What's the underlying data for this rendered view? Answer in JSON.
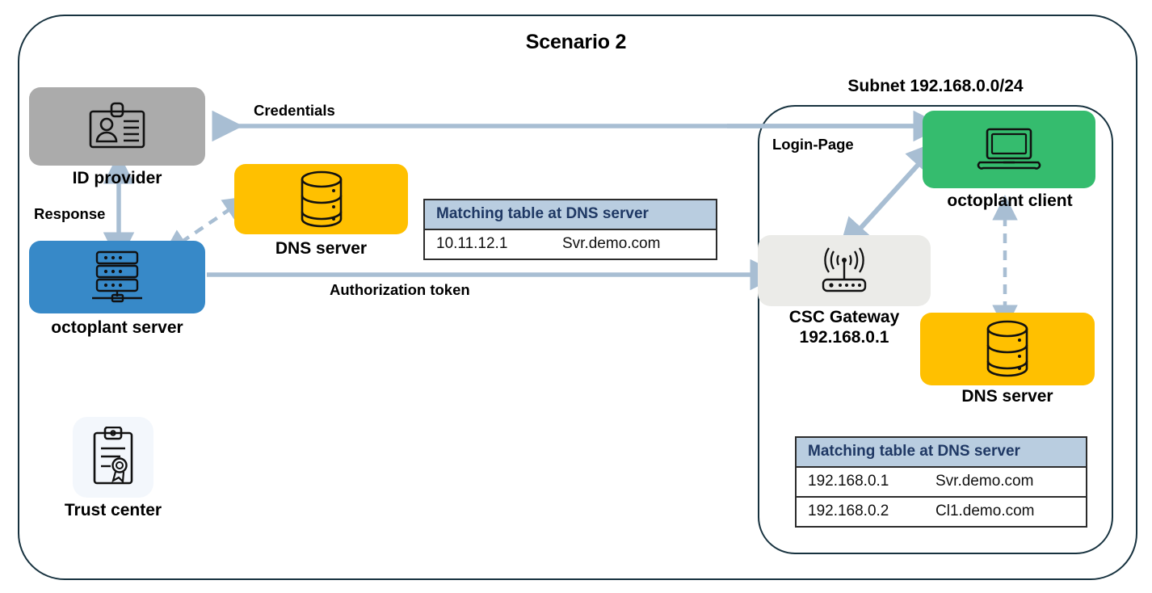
{
  "diagram": {
    "title": "Scenario 2",
    "subnet_title": "Subnet 192.168.0.0/24"
  },
  "nodes": {
    "id_provider": {
      "label": "ID provider",
      "color": "#ababab",
      "icon": "id-card-icon"
    },
    "octoplant_server": {
      "label": "octoplant server",
      "color": "#3789c8",
      "icon": "server-rack-icon"
    },
    "trust_center": {
      "label": "Trust center",
      "color": "#f3f7fc",
      "icon": "certificate-clipboard-icon"
    },
    "dns_server_left": {
      "label": "DNS server",
      "color": "#ffc000",
      "icon": "database-icon"
    },
    "csc_gateway": {
      "label": "CSC Gateway\n192.168.0.1",
      "color": "#ebebe8",
      "icon": "wireless-router-icon"
    },
    "octoplant_client": {
      "label": "octoplant client",
      "color": "#35bc6e",
      "icon": "laptop-icon"
    },
    "dns_server_right": {
      "label": "DNS server",
      "color": "#ffc000",
      "icon": "database-icon"
    }
  },
  "edges": {
    "credentials": "Credentials",
    "response": "Response",
    "auth_token": "Authorization token",
    "login_page": "Login-Page"
  },
  "tables": {
    "left": {
      "header": "Matching table at DNS server",
      "rows": [
        {
          "ip": "10.11.12.1",
          "host": "Svr.demo.com"
        }
      ]
    },
    "right": {
      "header": "Matching table at DNS server",
      "rows": [
        {
          "ip": "192.168.0.1",
          "host": "Svr.demo.com"
        },
        {
          "ip": "192.168.0.2",
          "host": "Cl1.demo.com"
        }
      ]
    }
  },
  "colors": {
    "frame_border": "#17323f",
    "arrow": "#a8bed3",
    "table_header_bg": "#b9cde0",
    "table_header_text": "#1f3864"
  }
}
